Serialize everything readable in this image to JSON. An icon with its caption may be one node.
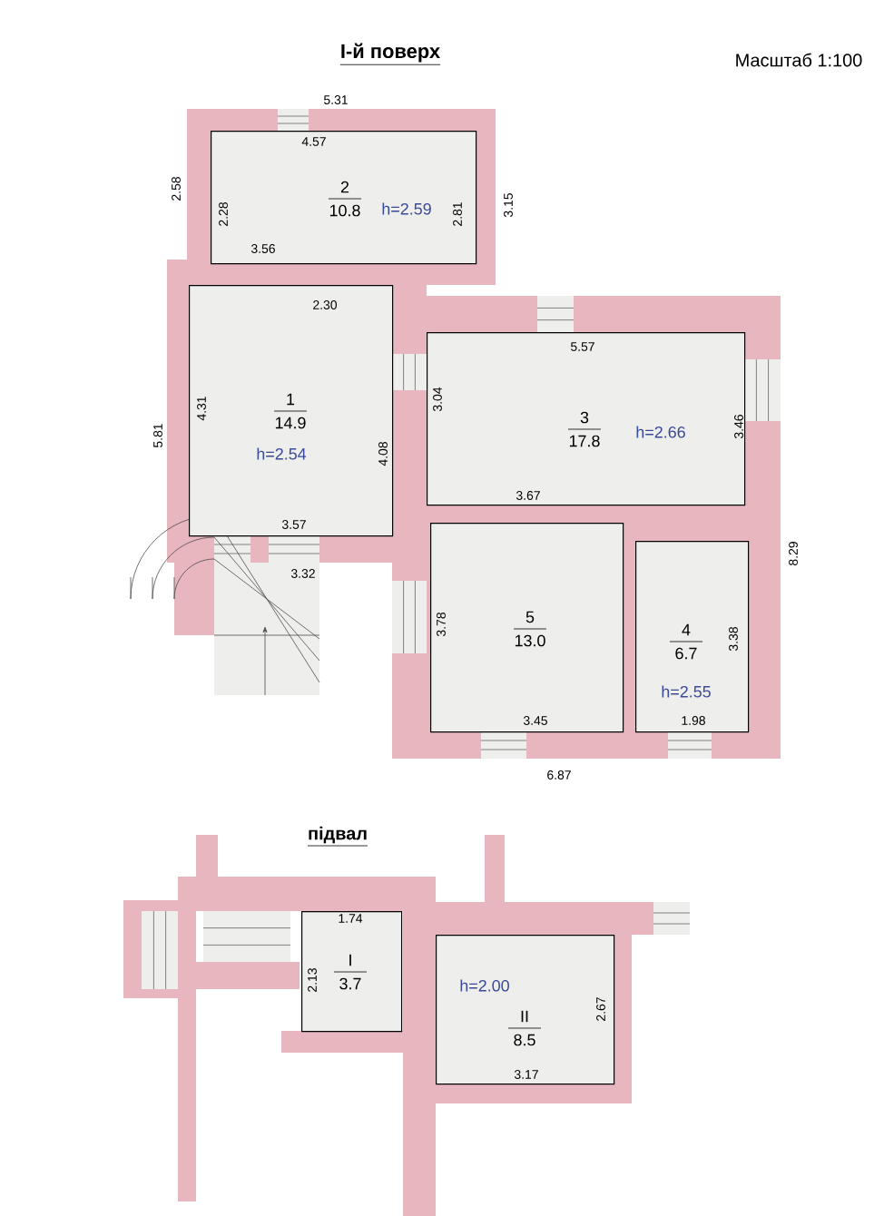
{
  "diagram": {
    "title": "І-й поверх",
    "nodes": [
      {
        "text": [
          "2",
          "10.8",
          "h=2.59"
        ]
      },
      {
        "text": [
          "1",
          "14.9",
          "h=2.54"
        ]
      },
      {
        "text": [
          "3",
          "17.8",
          "h=2.66"
        ]
      },
      {
        "text": [
          "5",
          "13.0"
        ]
      },
      {
        "text": [
          "4",
          "6.7",
          "h=2.55"
        ]
      },
      {
        "text": [
          "I",
          "3.7"
        ]
      },
      {
        "text": [
          "II",
          "8.5",
          "h=2.00"
        ]
      }
    ],
    "labels": [
      "Масштаб 1:100",
      "5.31",
      "4.57",
      "2.58",
      "2.28",
      "2.81",
      "3.15",
      "3.56",
      "2.30",
      "5.81",
      "4.31",
      "4.08",
      "3.04",
      "5.57",
      "3.46",
      "3.67",
      "8.29",
      "3.57",
      "3.32",
      "3.78",
      "3.38",
      "3.45",
      "1.98",
      "6.87",
      "підвал",
      "1.74",
      "2.13",
      "2.67",
      "3.17"
    ]
  }
}
